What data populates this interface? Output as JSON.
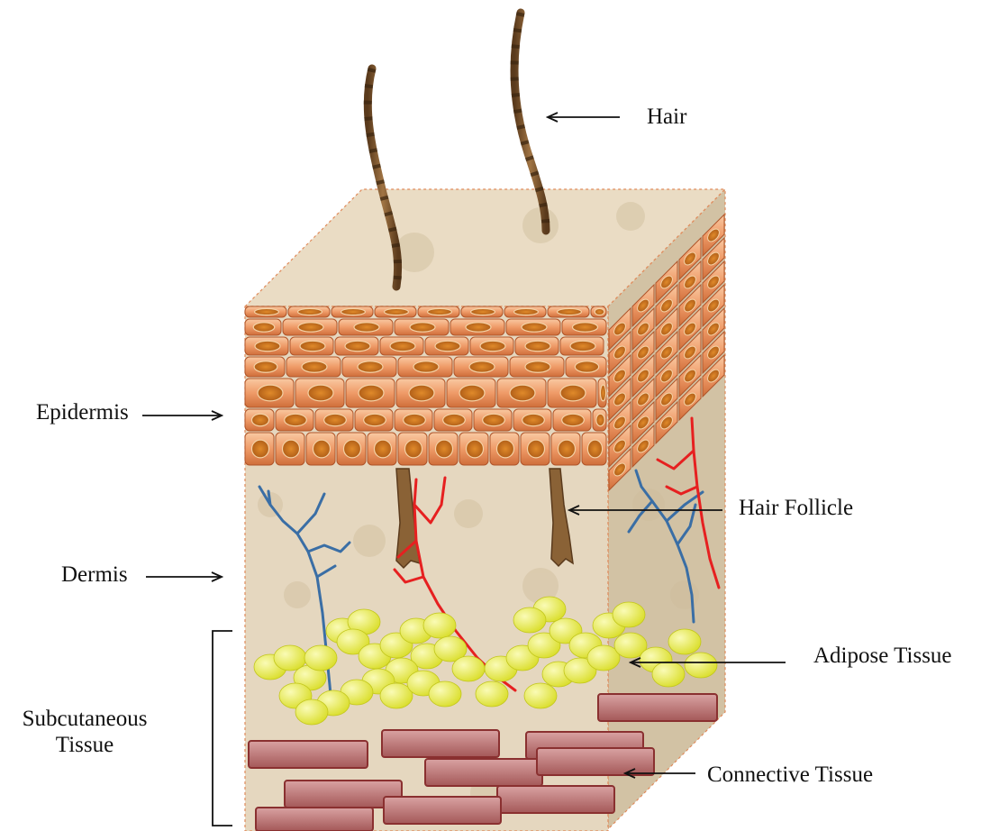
{
  "labels": {
    "hair": "Hair",
    "epidermis": "Epidermis",
    "hair_follicle": "Hair Follicle",
    "dermis": "Dermis",
    "adipose_tissue": "Adipose Tissue",
    "subcutaneous_tissue_line1": "Subcutaneous",
    "subcutaneous_tissue_line2": "Tissue",
    "connective_tissue": "Connective Tissue"
  },
  "colors": {
    "block_fill": "#e5d7bf",
    "block_side": "#d2c2a4",
    "block_top": "#eadcc4",
    "dashed_outline": "#e08a5a",
    "cell_fill": "#ee9a66",
    "cell_light": "#f7c49c",
    "cell_outline": "#b0552a",
    "nucleus": "#c86a1d",
    "hair": "#7a5630",
    "hair_stripe": "#4a3218",
    "vein": "#3a6ea5",
    "artery": "#e62020",
    "adipose": "#e6ea3a",
    "adipose_highlight": "#f6f79c",
    "connective": "#b46a6a",
    "connective_outline": "#8a3030",
    "arrow": "#111111"
  }
}
